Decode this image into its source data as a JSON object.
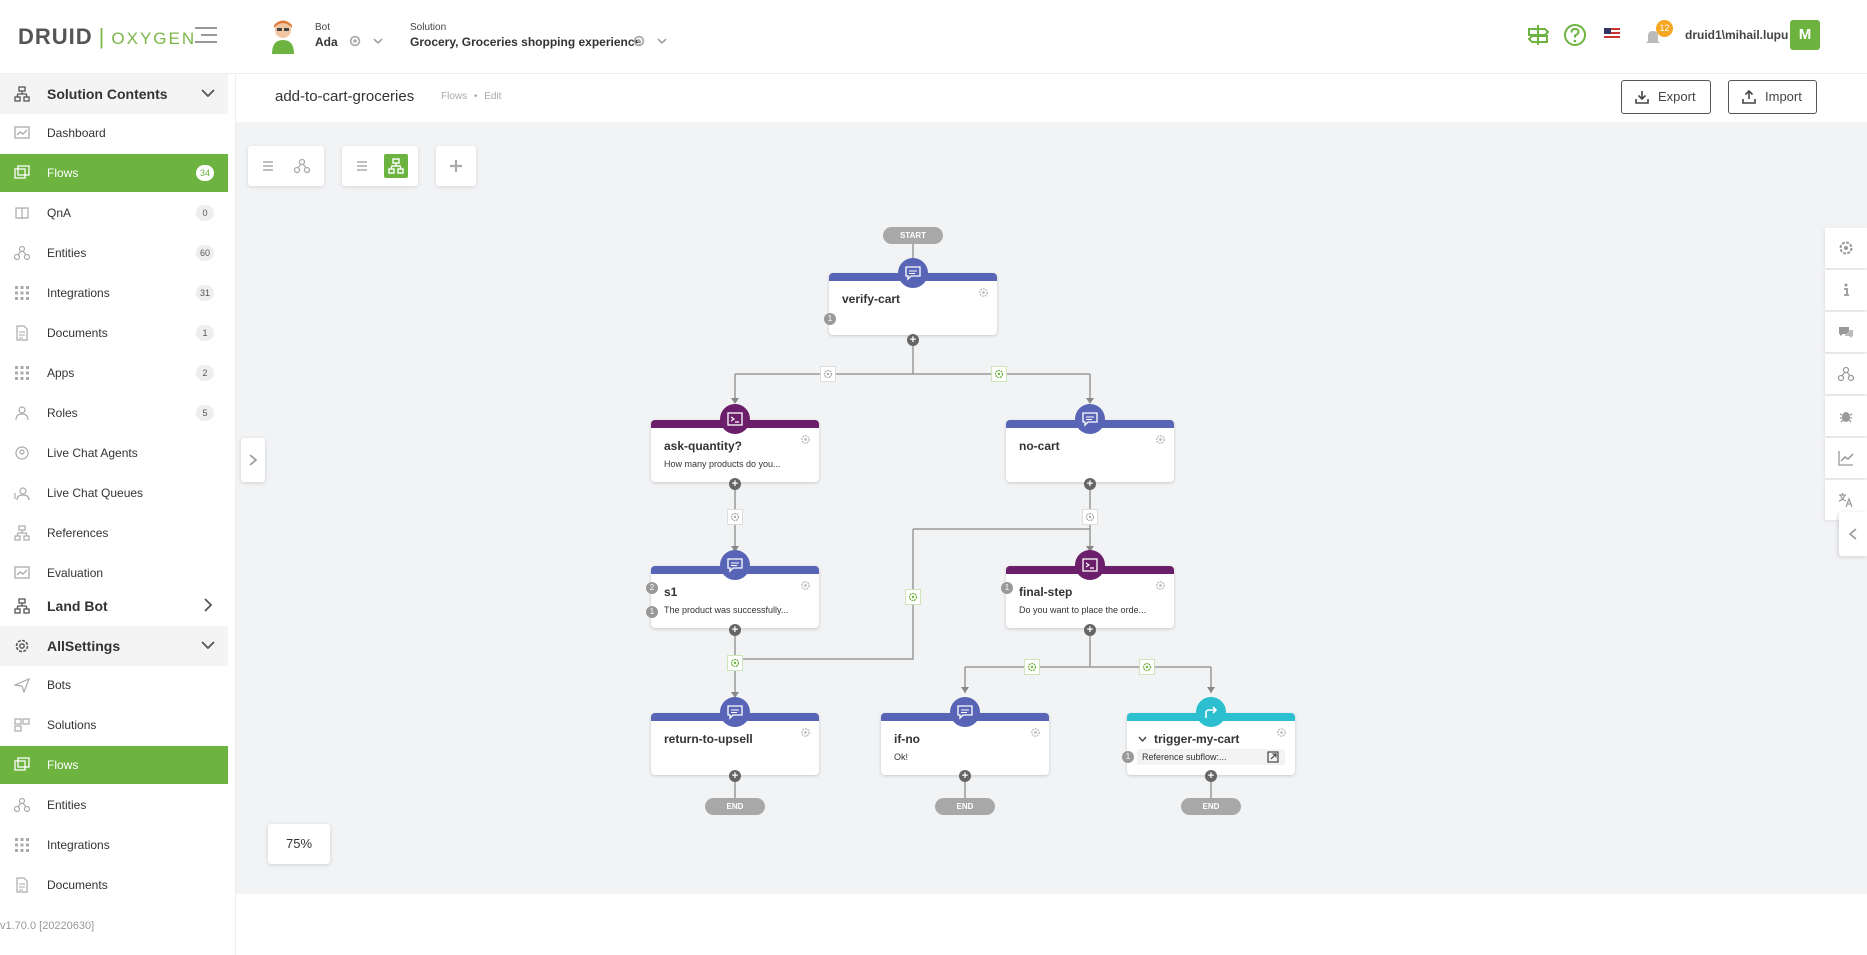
{
  "header": {
    "logo_main": "DRUID",
    "logo_sep": "|",
    "logo_sub": "OXYGEN",
    "bot_label": "Bot",
    "bot_name": "Ada",
    "solution_label": "Solution",
    "solution_name": "Grocery, Groceries shopping experience",
    "notifications_count": "12",
    "user_name": "druid1\\mihail.lupu",
    "user_initial": "M"
  },
  "sidebar": {
    "solution_contents": "Solution Contents",
    "items": [
      {
        "label": "Dashboard",
        "count": "",
        "icon": "dashboard-icon"
      },
      {
        "label": "Flows",
        "count": "34",
        "icon": "flows-icon"
      },
      {
        "label": "QnA",
        "count": "0",
        "icon": "qna-icon"
      },
      {
        "label": "Entities",
        "count": "60",
        "icon": "entities-icon"
      },
      {
        "label": "Integrations",
        "count": "31",
        "icon": "integrations-icon"
      },
      {
        "label": "Documents",
        "count": "1",
        "icon": "documents-icon"
      },
      {
        "label": "Apps",
        "count": "2",
        "icon": "apps-icon"
      },
      {
        "label": "Roles",
        "count": "5",
        "icon": "roles-icon"
      },
      {
        "label": "Live Chat Agents",
        "count": "",
        "icon": "agents-icon"
      },
      {
        "label": "Live Chat Queues",
        "count": "",
        "icon": "queues-icon"
      },
      {
        "label": "References",
        "count": "",
        "icon": "references-icon"
      },
      {
        "label": "Evaluation",
        "count": "",
        "icon": "evaluation-icon"
      }
    ],
    "land_bot": "Land Bot",
    "all_settings": "AllSettings",
    "settings_items": [
      {
        "label": "Bots"
      },
      {
        "label": "Solutions"
      },
      {
        "label": "Flows"
      },
      {
        "label": "Entities"
      },
      {
        "label": "Integrations"
      },
      {
        "label": "Documents"
      }
    ],
    "version": "v1.70.0 [20220630]"
  },
  "main": {
    "title": "add-to-cart-groceries",
    "breadcrumb_1": "Flows",
    "breadcrumb_sep": "•",
    "breadcrumb_2": "Edit",
    "export_label": "Export",
    "import_label": "Import",
    "zoom": "75%"
  },
  "flow": {
    "start_label": "START",
    "end_label": "END",
    "nodes": {
      "verify_cart": {
        "title": "verify-cart",
        "sub": "",
        "count": "1"
      },
      "ask_quantity": {
        "title": "ask-quantity?",
        "sub": "How many products do you..."
      },
      "no_cart": {
        "title": "no-cart",
        "sub": ""
      },
      "s1": {
        "title": "s1",
        "sub": "The product was successfully...",
        "count_top": "2",
        "count_sub": "1"
      },
      "final_step": {
        "title": "final-step",
        "sub": "Do you want to place the orde...",
        "count": "1"
      },
      "return_to_upsell": {
        "title": "return-to-upsell",
        "sub": ""
      },
      "if_no": {
        "title": "if-no",
        "sub": "Ok!"
      },
      "trigger_my_cart": {
        "title": "trigger-my-cart",
        "sub": "Reference subflow:...",
        "count": "1"
      }
    }
  },
  "colors": {
    "brand_green": "#6cb33f",
    "message_node": "#5865b6",
    "input_node": "#6b1e6a",
    "subflow_node": "#2bbfcf"
  }
}
